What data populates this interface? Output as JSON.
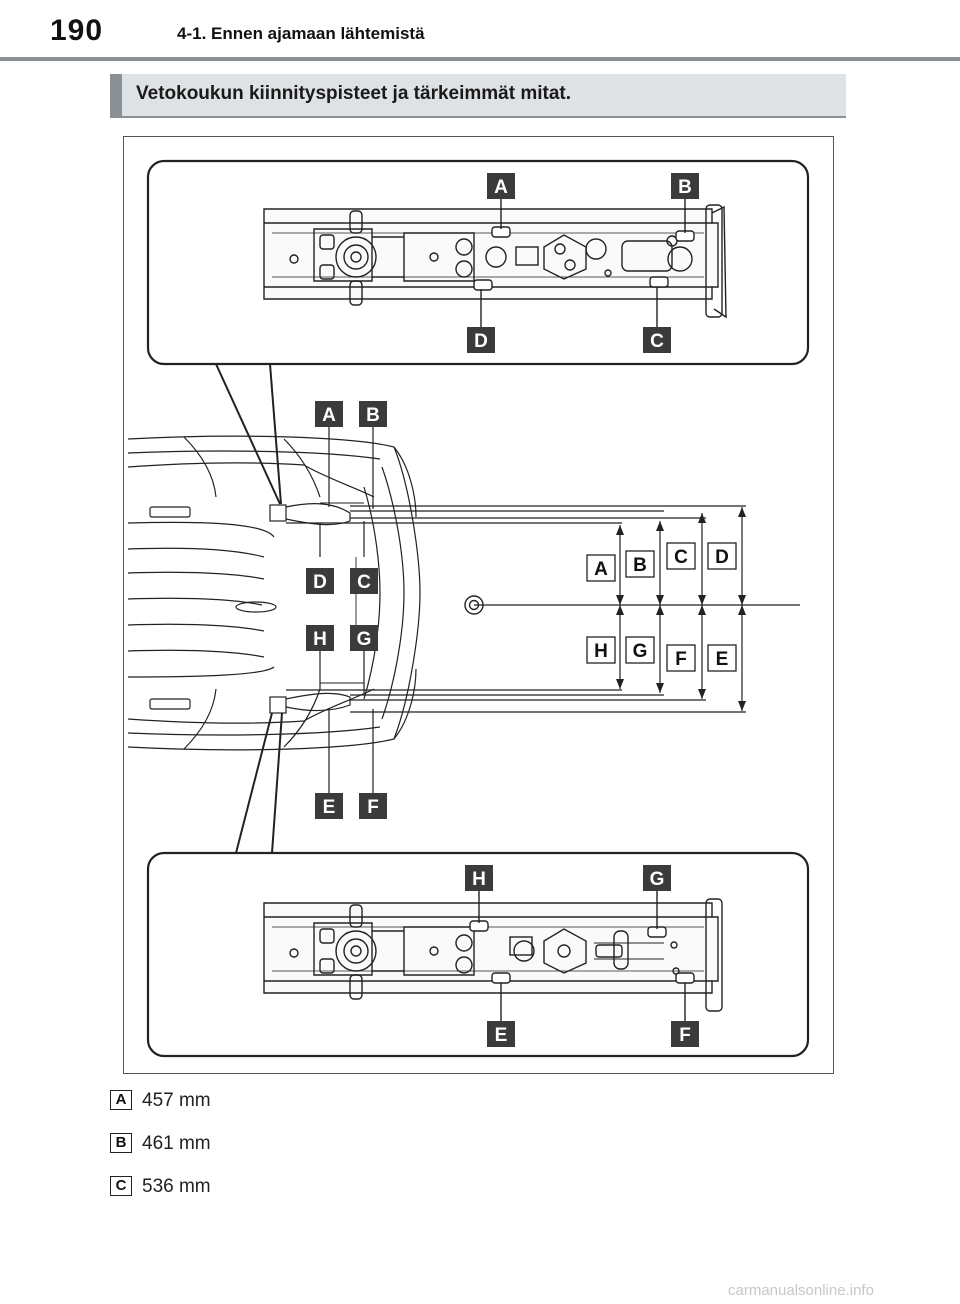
{
  "header": {
    "page_number": "190",
    "section_title": "4-1. Ennen ajamaan lähtemistä"
  },
  "banner": {
    "title": "Vetokoukun kiinnityspisteet ja tärkeimmät mitat."
  },
  "figure": {
    "top_callouts": {
      "a": "A",
      "b": "B",
      "c": "C",
      "d": "D"
    },
    "vehicle_callouts": {
      "a": "A",
      "b": "B",
      "c": "C",
      "d": "D",
      "e": "E",
      "f": "F",
      "g": "G",
      "h": "H"
    },
    "dimension_labels": {
      "a": "A",
      "b": "B",
      "c": "C",
      "d": "D",
      "e": "E",
      "f": "F",
      "g": "G",
      "h": "H"
    },
    "bottom_callouts": {
      "e": "E",
      "f": "F",
      "g": "G",
      "h": "H"
    }
  },
  "legend": [
    {
      "key": "A",
      "value": "457 mm"
    },
    {
      "key": "B",
      "value": "461 mm"
    },
    {
      "key": "C",
      "value": "536 mm"
    }
  ],
  "watermark": "carmanualsonline.info"
}
